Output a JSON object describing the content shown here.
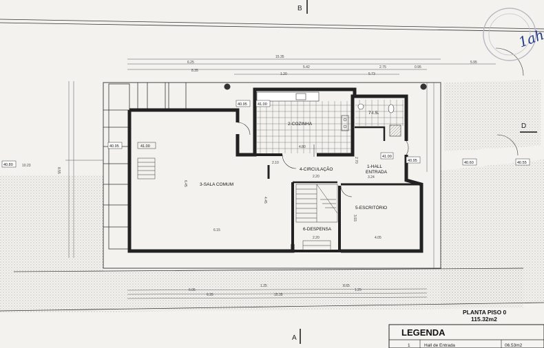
{
  "sections": {
    "b": "B",
    "a": "A",
    "d": "D"
  },
  "signature": "1ah",
  "rooms": [
    {
      "id": "cozinha",
      "label": "2-COZINHA"
    },
    {
      "id": "sala",
      "label": "3-SALA COMUM"
    },
    {
      "id": "circ",
      "label": "4-CIRCULAÇÃO"
    },
    {
      "id": "hall",
      "label": "1-HALL"
    },
    {
      "id": "hall2",
      "label": "ENTRADA"
    },
    {
      "id": "escr",
      "label": "5-ESCRITÓRIO"
    },
    {
      "id": "desp",
      "label": "6-DESPENSA"
    },
    {
      "id": "is",
      "label": "7-I.S."
    }
  ],
  "levels": {
    "l1": "40.95",
    "l2": "41.00",
    "l3": "41.00",
    "l4": "40.95",
    "l5": "40.95",
    "l6": "40.60",
    "l7": "40.80",
    "l8": "40.55",
    "l9": "41.00"
  },
  "dims_top": {
    "d1": "15.35",
    "d2": "6.25",
    "d3": "5.42",
    "d4": "2.75",
    "d5": "0.95",
    "d6": "5.95",
    "d7": "8.35",
    "d8": "1.20",
    "d9": "5.73"
  },
  "dims_bottom": {
    "d1": "1.25",
    "d2": "8.65",
    "d3": "6.05",
    "d4": "1.25",
    "d5": "6.35",
    "d6": "15.35"
  },
  "dims_inner": {
    "a": "4.80",
    "b": "2.10",
    "c": "2.20",
    "d": "3.24",
    "e": "2.20",
    "f": "4.05",
    "g": "6.15",
    "h": "6.45",
    "i": "4.45",
    "j": "2.70",
    "k": "3.93",
    "l": "10.23",
    "m": "8.55"
  },
  "plan_title": "PLANTA PISO 0",
  "plan_area": "115.32m2",
  "legend": {
    "title": "LEGENDA",
    "rows": [
      {
        "num": "1",
        "name": "Hall de Entrada",
        "area": "06.53m2"
      }
    ]
  }
}
